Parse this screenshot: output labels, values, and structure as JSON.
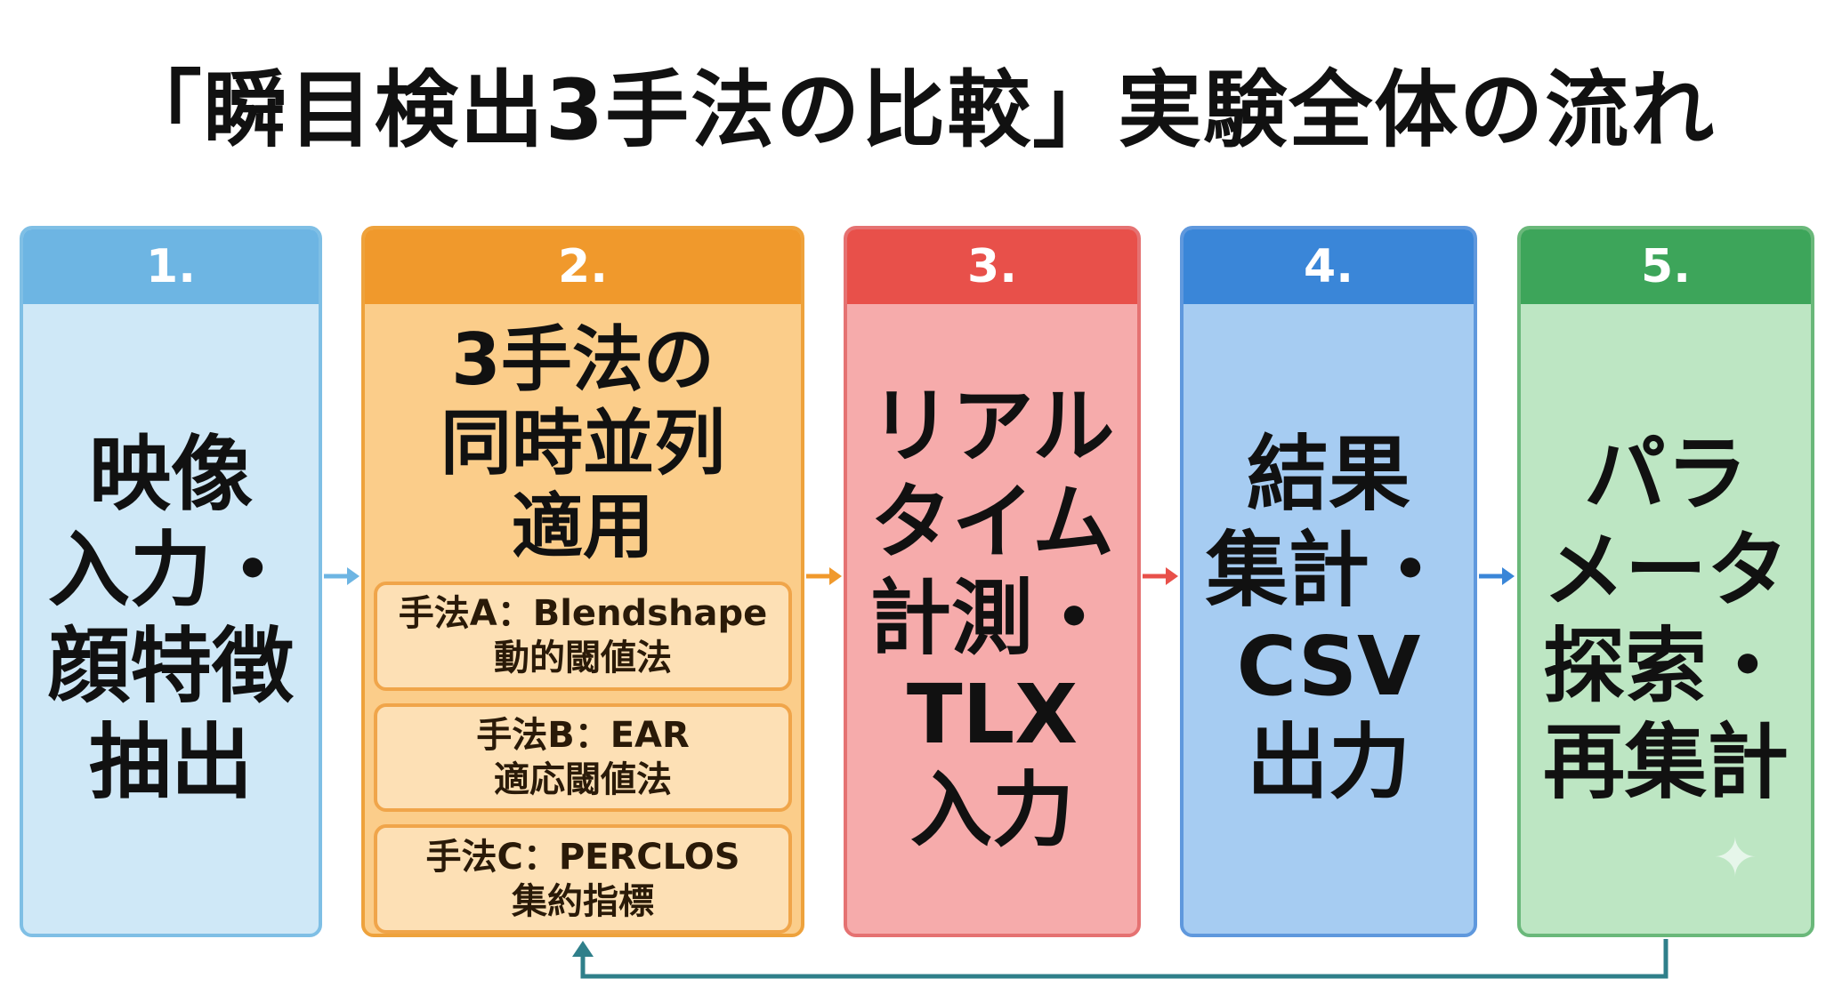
{
  "title": "「瞬目検出3手法の比較」実験全体の流れ",
  "steps": [
    {
      "number": "1.",
      "lines": [
        "映像",
        "入力・",
        "顔特徴",
        "抽出"
      ],
      "color": "#6db5e3"
    },
    {
      "number": "2.",
      "lines": [
        "3手法の",
        "同時並列",
        "適用"
      ],
      "color": "#f0992c",
      "methods": [
        {
          "line1": "手法A：Blendshape",
          "line2": "動的閾値法"
        },
        {
          "line1": "手法B：EAR",
          "line2": "適応閾値法"
        },
        {
          "line1": "手法C：PERCLOS",
          "line2": "集約指標"
        }
      ]
    },
    {
      "number": "3.",
      "lines": [
        "リアル",
        "タイム",
        "計測・",
        "TLX",
        "入力"
      ],
      "color": "#e8504a"
    },
    {
      "number": "4.",
      "lines": [
        "結果",
        "集計・",
        "CSV",
        "出力"
      ],
      "color": "#3a86d8"
    },
    {
      "number": "5.",
      "lines": [
        "パラ",
        "メータ",
        "探索・",
        "再集計"
      ],
      "color": "#3da55a"
    }
  ],
  "feedback_loop": {
    "from": "5.",
    "to": "2.",
    "color": "#2f7f8a"
  }
}
